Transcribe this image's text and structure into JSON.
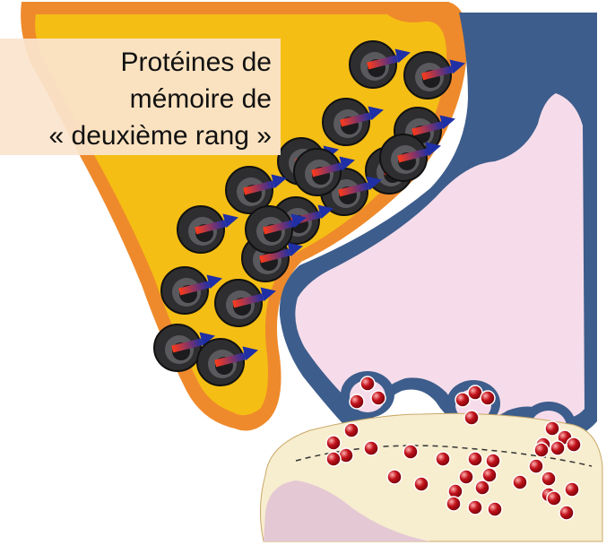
{
  "caption": {
    "line1": "Protéines  de",
    "line2": "mémoire de",
    "line3": "« deuxième rang »"
  },
  "colors": {
    "astrocyte_fill": "#f5be14",
    "astrocyte_rim": "#ee8a2c",
    "presynaptic_membrane": "#3d5d8c",
    "presynaptic_interior": "#f6dcea",
    "postsynaptic_fill": "#f7edcf",
    "postsynaptic_lower": "#e4c8d4",
    "vesicle": "#c2121b",
    "ring_protein": "#2e2e30",
    "arrow_start": "#ff3a1a",
    "arrow_end": "#1f2fa6",
    "caption_background": "#fae4cd"
  },
  "icons": {
    "protein": "ring-protein-icon",
    "arrow": "gradient-arrow-icon",
    "vesicle": "red-vesicle-icon"
  }
}
